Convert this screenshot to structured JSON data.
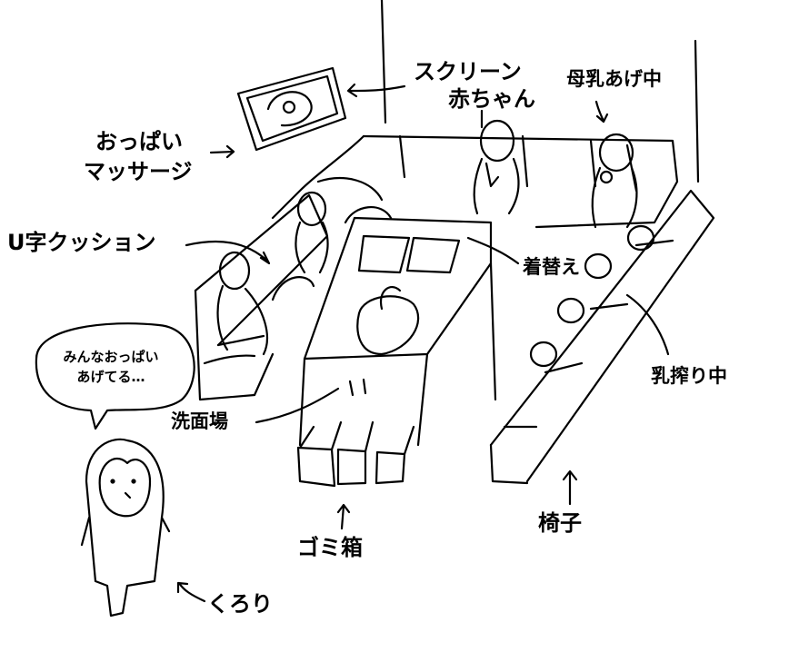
{
  "labels": {
    "screen": "スクリーン",
    "baby": "赤ちゃん",
    "breastfeeding": "母乳あげ中",
    "massage_line1": "おっぱい",
    "massage_line2": "マッサージ",
    "u_cushion": "U字クッション",
    "changing": "着替え",
    "pumping": "乳搾り中",
    "sink": "洗面場",
    "trash": "ゴミ箱",
    "chairs": "椅子",
    "kurori": "くろり"
  },
  "speech_bubble": {
    "line1": "みんなおっぱい",
    "line2": "あげてる…"
  },
  "colors": {
    "ink": "#000000",
    "paper": "#ffffff"
  }
}
